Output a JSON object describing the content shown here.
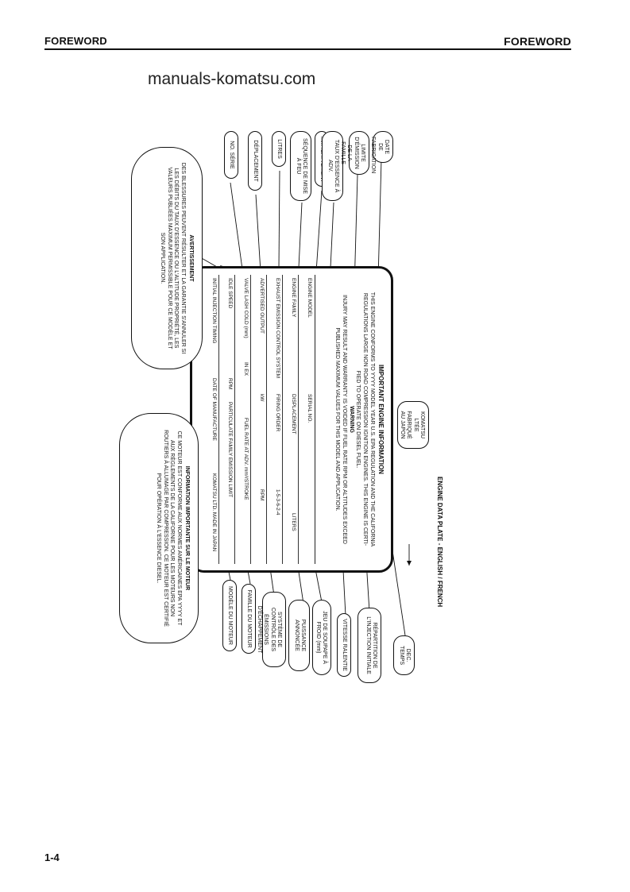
{
  "header": {
    "left": "FOREWORD",
    "right": "FOREWORD"
  },
  "watermark": "manuals-komatsu.com",
  "footer": {
    "page": "1-4"
  },
  "plate": {
    "title": "IMPORTANT ENGINE INFORMATION",
    "body_lines": [
      "THIS ENGINE CONFORMS TO YYYY MODEL YEAR U.S. EPA REGULATION AND THE CALIFORNIA",
      "REGULATIONS LARGE NON ROAD COMPRESSION IGNITION ENGINES. THIS ENGINE IS CERTI-",
      "FIED TO OPERATE ON DIESEL FUEL."
    ],
    "warning_title": "WARNING",
    "warning_lines": [
      "INJURY MAY RESULT AND WARRANTY IS VOIDED IF FUEL RATE RPM OR ALTITUDES EXCEED",
      "PUBLISHED MAXIMUM VALUES FOR THIS MODEL AND APPLICATION."
    ],
    "rows": [
      {
        "left": "ENGINE MODEL",
        "mid": "SERIAL NO.",
        "right": ""
      },
      {
        "left": "ENGINE FAMILY",
        "mid": "DISPLACEMENT",
        "right": "LITERS"
      },
      {
        "left": "EXHAUST EMISSION CONTROL SYSTEM",
        "mid": "FIRING ORDER",
        "right": "1-5-3-6-2-4"
      },
      {
        "left": "ADVERTISED OUTPUT",
        "mid": "kW",
        "right": "RPM"
      },
      {
        "left": "VALVE LASH COLD (mm)",
        "mid": "IN   EX",
        "right": "FUEL RATE AT ADV.   mm³/STROKE"
      },
      {
        "left": "IDLE SPEED",
        "mid": "RPM",
        "right": "PARTICULATE FAMILY EMISSION LIMIT"
      },
      {
        "left": "INITIAL INJECTION TIMING",
        "mid": "DATE OF MANUFACTURE",
        "right": "KOMATSU LTD. MADE IN JAPAN"
      }
    ]
  },
  "warning_bubble": {
    "title": "AVERTISSEMENT",
    "text": "DES BLESSURES PEUVENT RÉSULTER ET LA GARANTIE S'ANNULER SI LES DÉBITS DU TAUX D'ESSENCE OU L'ALTITUDE PROPRIÉTÉ, LES VALEURS PUBLIÉES MAXIMUM PERMISSIBLE POUR CE MODÈLE ET SON APPLICATION."
  },
  "info_bubble": {
    "title": "INFORMATION IMPORTANTE SUR LE MOTEUR",
    "text": "CE MOTEUR EST CONFORME AUX NORMES AMÉRICAINES EPA YYYY ET AUX RÈGLEMENTS DE LA CALIFORNIE POUR LES MOTEURS NON ROUTIERS À ALLUMAGE PAR COMPRESSION. CE MOTEUR EST CERTIFIÉ POUR OPÉRATION À L'ESSENCE DIESEL."
  },
  "top_labels": [
    "NO. SÉRIE",
    "DÉPLACEMENT",
    "LITRES",
    "SÉQUENCE DE MISE À FEU",
    "mm³/BATTEMENT",
    "TAUX D'ESSENCE À ADV.",
    "LIMITE D'ÉMISSION DE LA FAMILLE",
    "DATE DE FABRICATION"
  ],
  "bottom_labels": [
    "MODÈLE DU MOTEUR",
    "FAMILLE DU MOTEUR",
    "SYSTÈME DE CONTRÔLE DES ÉMISSIONS D'ÉCHAPPEMENT",
    "PUISSANCE ANNONCÉE",
    "JEU DE SOUPAPE À FROID (mm)",
    "VITESSE RALENTIE",
    "RÉPARTITION DE L'INJECTION INITIALE",
    "DEC. TEMPS"
  ],
  "maker_bubble": "KOMATSU LTÉE FABRIQUÉ AU JAPON",
  "caption": "ENGINE DATA PLATE - ENGLISH / FRENCH"
}
